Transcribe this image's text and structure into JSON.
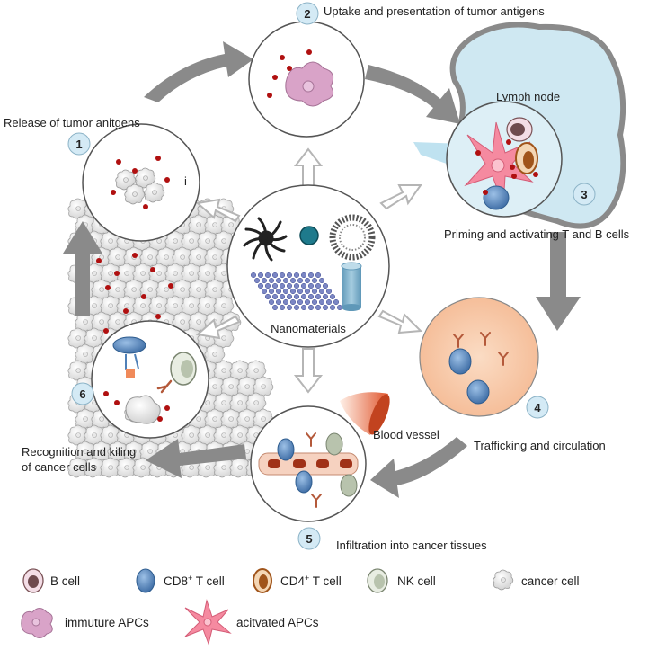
{
  "center": {
    "label": "Nanomaterials"
  },
  "steps": [
    {
      "number": "1",
      "label": "Release of tumor anitgens"
    },
    {
      "number": "2",
      "label": "Uptake and presentation of tumor antigens"
    },
    {
      "number": "3",
      "label": "Priming and activating T and B cells"
    },
    {
      "number": "4",
      "label": "Trafficking and circulation"
    },
    {
      "number": "5",
      "label": "Infiltration into cancer tissues"
    },
    {
      "number": "6",
      "label_line1": "Recognition and kiling",
      "label_line2": "of cancer cells"
    }
  ],
  "lymph_node_label": "Lymph node",
  "blood_vessel_label": "Blood vessel",
  "small_mark": "i",
  "legend": [
    {
      "label": "B cell",
      "icon": "b-cell-icon"
    },
    {
      "label": "CD8",
      "superscript": "+",
      "suffix": " T cell",
      "icon": "cd8-t-cell-icon"
    },
    {
      "label": "CD4",
      "superscript": "+",
      "suffix": " T cell",
      "icon": "cd4-t-cell-icon"
    },
    {
      "label": "NK cell",
      "icon": "nk-cell-icon"
    },
    {
      "label": "cancer cell",
      "icon": "cancer-cell-icon"
    },
    {
      "label": "immuture APCs",
      "icon": "immature-apc-icon"
    },
    {
      "label": "acitvated APCs",
      "icon": "activated-apc-icon"
    }
  ],
  "colors": {
    "cycle_arrow": "#8a8a8a",
    "inner_arrow": "#bdbdbd",
    "step_badge": "#d4eaf5",
    "lymph_node": "#cfe8f2",
    "antigen_dot": "#b01010",
    "cd8_t_cell": "#4f80b8",
    "cd4_t_cell": "#a0541a",
    "b_cell": "#6e4a4e",
    "nk_cell": "#b8c3ad",
    "immature_apc": "#d9a3c8",
    "activated_apc": "#f58aa0",
    "circulation": "#f6c7a5",
    "blood_vessel": "#e0562e",
    "nanosheet": "#7b86c4",
    "nanotube": "#7fb0cc",
    "nanosphere": "#1e7a8c"
  }
}
